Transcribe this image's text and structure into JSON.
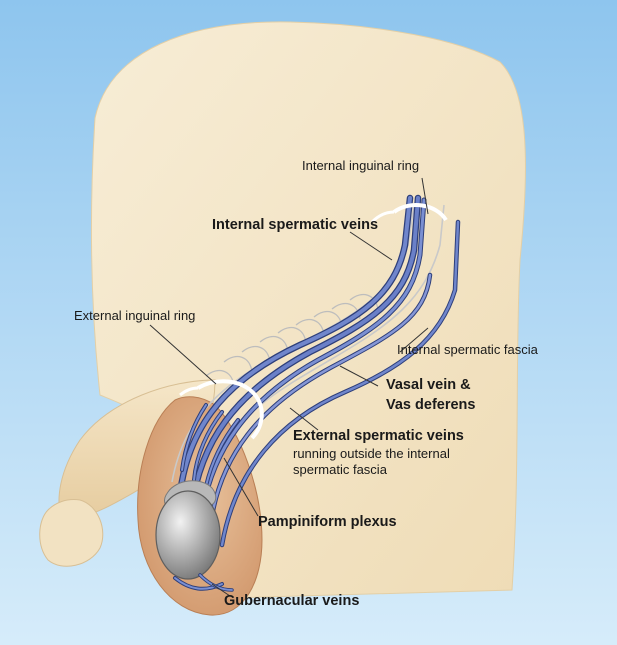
{
  "labels": {
    "internal_inguinal_ring": "Internal inguinal ring",
    "internal_spermatic_veins": "Internal spermatic veins",
    "external_inguinal_ring": "External inguinal ring",
    "internal_spermatic_fascia": "Internal spermatic fascia",
    "vasal_vein_line1": "Vasal vein &",
    "vasal_vein_line2": "Vas deferens",
    "external_spermatic_veins": "External spermatic veins",
    "external_note_line1": "running outside the internal",
    "external_note_line2": "spermatic fascia",
    "pampiniform_plexus": "Pampiniform plexus",
    "gubernacular_veins": "Gubernacular veins"
  },
  "colors": {
    "background_top": "#8ec5ee",
    "background_bottom": "#d6ecfa",
    "body": "#f3e4c4",
    "penis": "#f0dcb8",
    "scrotum": "#d9a579",
    "testis": "#a8a8a8",
    "vein": "#5a6fb8",
    "vein_outline": "#2e3f7a",
    "fascia": "#c8c8c8",
    "ring": "#ffffff"
  }
}
